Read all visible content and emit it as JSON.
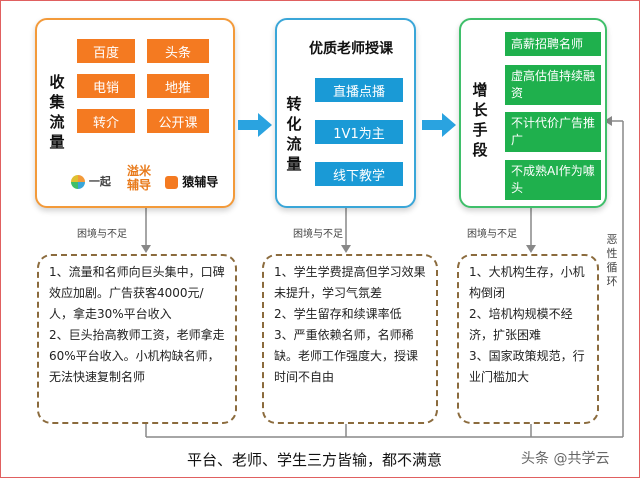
{
  "collect": {
    "title": "收集流量",
    "items": [
      "百度",
      "头条",
      "电销",
      "地推",
      "转介",
      "公开课"
    ],
    "logos": [
      "一起",
      "溢米辅导",
      "猿辅导"
    ]
  },
  "convert": {
    "title": "转化流量",
    "heading": "优质老师授课",
    "items": [
      "直播点播",
      "1V1为主",
      "线下教学"
    ]
  },
  "growth": {
    "title": "增长手段",
    "items": [
      "高薪招聘名师",
      "虚高估值持续融资",
      "不计代价广告推广",
      "不成熟AI作为噱头"
    ]
  },
  "dilemma_label": "困境与不足",
  "dilemmas": {
    "left": [
      "1、流量和名师向巨头集中，口碑效应加剧。广告获客4000元/人，拿走30%平台收入",
      "2、巨头抬高教师工资，老师拿走60%平台收入。小机构缺名师，无法快速复制名师"
    ],
    "middle": [
      "1、学生学费提高但学习效果未提升，学习气氛差",
      "2、学生留存和续课率低",
      "3、严重依赖名师，名师稀缺。老师工作强度大，授课时间不自由"
    ],
    "right": [
      "1、大机构生存，小机构倒闭",
      "2、培机构规模不经济，扩张困难",
      "3、国家政策规范，行业门槛加大"
    ]
  },
  "vicious_cycle": "恶性循环",
  "footer": "平台、老师、学生三方皆输，都不满意",
  "watermark": "头条 @共学云",
  "colors": {
    "orange": "#f47a21",
    "blue": "#1a9ad6",
    "green": "#1fb04d",
    "arrow": "#2aa3e0"
  }
}
